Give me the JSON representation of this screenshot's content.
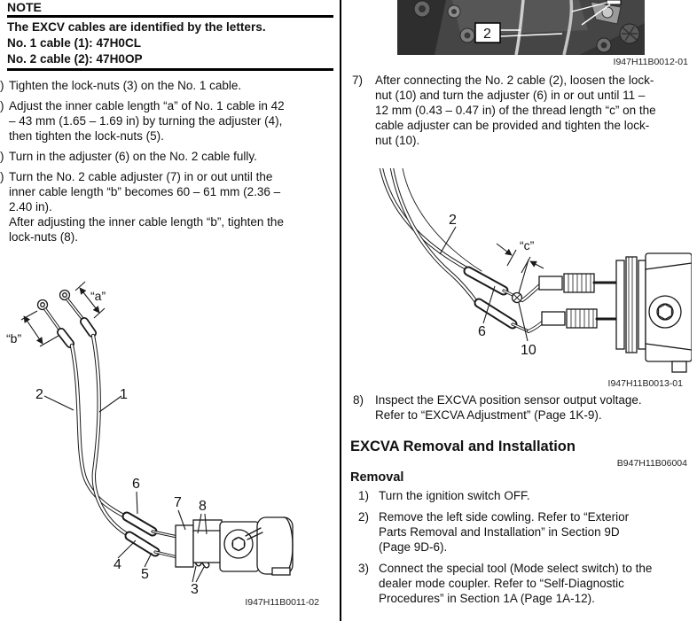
{
  "note": {
    "title": "NOTE",
    "body": "The EXCV cables are identified by the letters.\nNo. 1 cable (1): 47H0CL\nNo. 2 cable (2): 47H0OP"
  },
  "left_steps": [
    {
      "marker": ")",
      "text": "Tighten the lock-nuts (3) on the No. 1 cable."
    },
    {
      "marker": ")",
      "text": "Adjust the inner cable length “a” of No. 1 cable in 42\n– 43 mm (1.65 – 1.69 in) by turning the adjuster (4),\nthen tighten the lock-nuts (5)."
    },
    {
      "marker": ")",
      "text": "Turn in the adjuster (6) on the No. 2 cable fully."
    },
    {
      "marker": ")",
      "text": "Turn the No. 2 cable adjuster (7) in or out until the\ninner cable length “b” becomes 60 – 61 mm (2.36 –\n2.40 in).\nAfter adjusting the inner cable length “b”, tighten the\nlock-nuts (8)."
    }
  ],
  "left_diagram": {
    "caption": "I947H11B0011-02",
    "labels": {
      "dim_a": "“a”",
      "dim_b": "“b”",
      "n1": "1",
      "n2": "2",
      "n3": "3",
      "n4": "4",
      "n5": "5",
      "n6": "6",
      "n7": "7",
      "n8": "8"
    }
  },
  "photo": {
    "label": "2",
    "caption": "I947H11B0012-01"
  },
  "step7": {
    "marker": "7)",
    "text": "After connecting the No. 2 cable (2), loosen the lock-\nnut (10) and turn the adjuster (6) in or out until 11 –\n12 mm (0.43 – 0.47 in) of the thread length “c” on the\ncable adjuster can be provided and tighten the lock-\nnut (10)."
  },
  "right_diagram": {
    "caption": "I947H11B0013-01",
    "labels": {
      "dim_c": "“c”",
      "n2": "2",
      "n6": "6",
      "n10": "10"
    }
  },
  "step8": {
    "marker": "8)",
    "text": "Inspect the EXCVA position sensor output voltage.\nRefer to “EXCVA Adjustment” (Page 1K-9)."
  },
  "section": {
    "heading": "EXCVA Removal and Installation",
    "code": "B947H11B06004",
    "subheading": "Removal"
  },
  "removal_steps": [
    {
      "marker": "1)",
      "text": "Turn the ignition switch OFF."
    },
    {
      "marker": "2)",
      "text": "Remove the left side cowling. Refer to “Exterior\nParts Removal and Installation” in Section 9D\n(Page 9D-6)."
    },
    {
      "marker": "3)",
      "text": "Connect the special tool (Mode select switch) to the\ndealer mode coupler. Refer to “Self-Diagnostic\nProcedures” in Section 1A (Page 1A-12)."
    }
  ]
}
